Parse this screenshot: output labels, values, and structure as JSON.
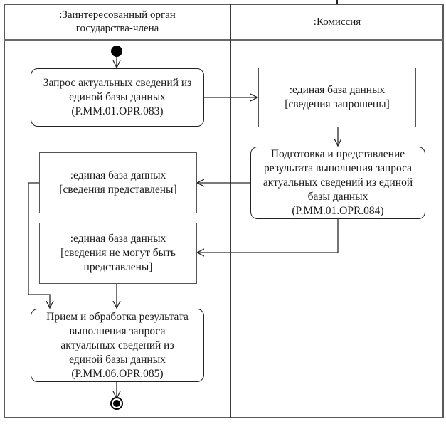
{
  "lanes": {
    "left": {
      "title_line1": ":Заинтересованный орган",
      "title_line2": "государства-члена"
    },
    "right": {
      "title": ":Комиссия"
    }
  },
  "nodes": {
    "start": {
      "type": "initial-node"
    },
    "action_083": {
      "lines": [
        "Запрос актуальных сведений из",
        "единой базы данных",
        "(P.MM.01.OPR.083)"
      ]
    },
    "object_requested": {
      "lines": [
        ":единая база данных",
        "[сведения запрошены]"
      ]
    },
    "action_084": {
      "lines": [
        "Подготовка и представление",
        "результата выполнения запроса",
        "актуальных сведений из единой",
        "базы данных",
        "(P.MM.01.OPR.084)"
      ]
    },
    "object_provided": {
      "lines": [
        ":единая база данных",
        "[сведения представлены]"
      ]
    },
    "object_not_provided": {
      "lines": [
        ":единая база данных",
        "[сведения не могут быть",
        "представлены]"
      ]
    },
    "action_085": {
      "lines": [
        "Прием и обработка результата",
        "выполнения запроса",
        "актуальных сведений из",
        "единой базы данных",
        "(P.MM.06.OPR.085)"
      ]
    },
    "end": {
      "type": "final-node"
    }
  },
  "colors": {
    "line": "#2a2a2a",
    "frame": "#5a5a5a",
    "background": "#ffffff"
  }
}
